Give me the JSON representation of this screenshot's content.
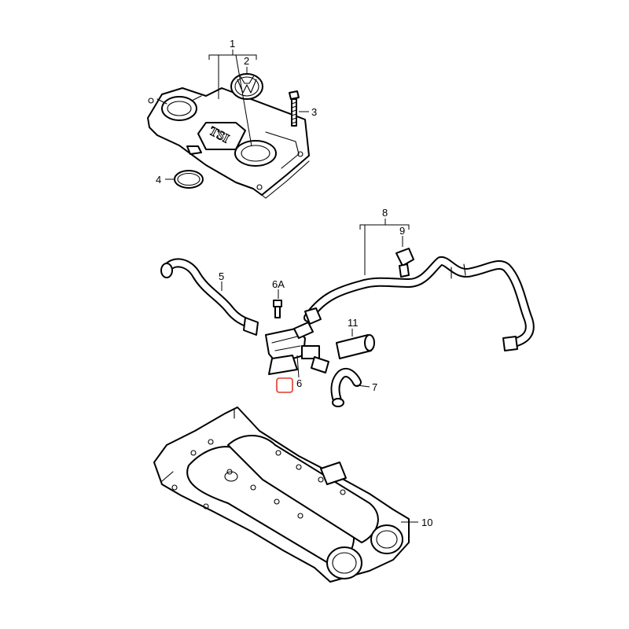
{
  "callouts": [
    {
      "id": "c1",
      "text": "1"
    },
    {
      "id": "c2",
      "text": "2"
    },
    {
      "id": "c3",
      "text": "3"
    },
    {
      "id": "c4",
      "text": "4"
    },
    {
      "id": "c5",
      "text": "5"
    },
    {
      "id": "c6A",
      "text": "6A"
    },
    {
      "id": "c6",
      "text": "6"
    },
    {
      "id": "c7",
      "text": "7"
    },
    {
      "id": "c8",
      "text": "8"
    },
    {
      "id": "c9",
      "text": "9"
    },
    {
      "id": "c10",
      "text": "10"
    },
    {
      "id": "c11",
      "text": "11"
    }
  ],
  "engine_cover": {
    "badge_text": "TSI",
    "logo": "vw-logo"
  },
  "highlight_color": "#e0392b"
}
